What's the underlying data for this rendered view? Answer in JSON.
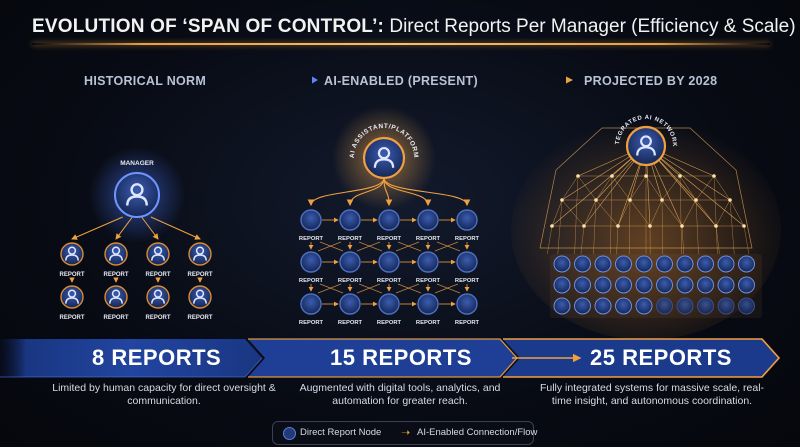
{
  "title": {
    "bold": "EVOLUTION OF ‘SPAN OF CONTROL’:",
    "rest": " Direct Reports Per Manager (Efficiency & Scale)"
  },
  "phases": [
    {
      "label": "HISTORICAL NORM"
    },
    {
      "label": "AI-ENABLED (PRESENT)"
    },
    {
      "label": "PROJECTED BY 2028"
    }
  ],
  "nodes": {
    "manager_label": "MANAGER",
    "report_label": "REPORT",
    "ai_platform_label": "AI ASSISTANT/PLATFORM",
    "ai_networks_label": "INTEGRATED AI NETWORKS"
  },
  "stages": [
    {
      "reports": 8,
      "big_label": "8 REPORTS",
      "description": "Limited by human capacity for direct oversight & communication."
    },
    {
      "reports": 15,
      "big_label": "15 REPORTS",
      "description": "Augmented with digital tools, analytics, and automation for greater reach."
    },
    {
      "reports": 25,
      "big_label": "25 REPORTS",
      "description": "Fully integrated systems for massive scale, real-time insight, and autonomous coordination."
    }
  ],
  "legend": {
    "node_label": "Direct Report Node",
    "flow_label": "AI-Enabled Connection/Flow"
  },
  "colors": {
    "accent_orange": "#f0a040",
    "node_blue": "#1d3470",
    "node_ring": "#5b7fd8",
    "band_blue": "#1c3a8c",
    "text_light": "#f2f2f2"
  },
  "icons": {
    "person": "person-icon",
    "arrow": "arrow-right-icon"
  }
}
